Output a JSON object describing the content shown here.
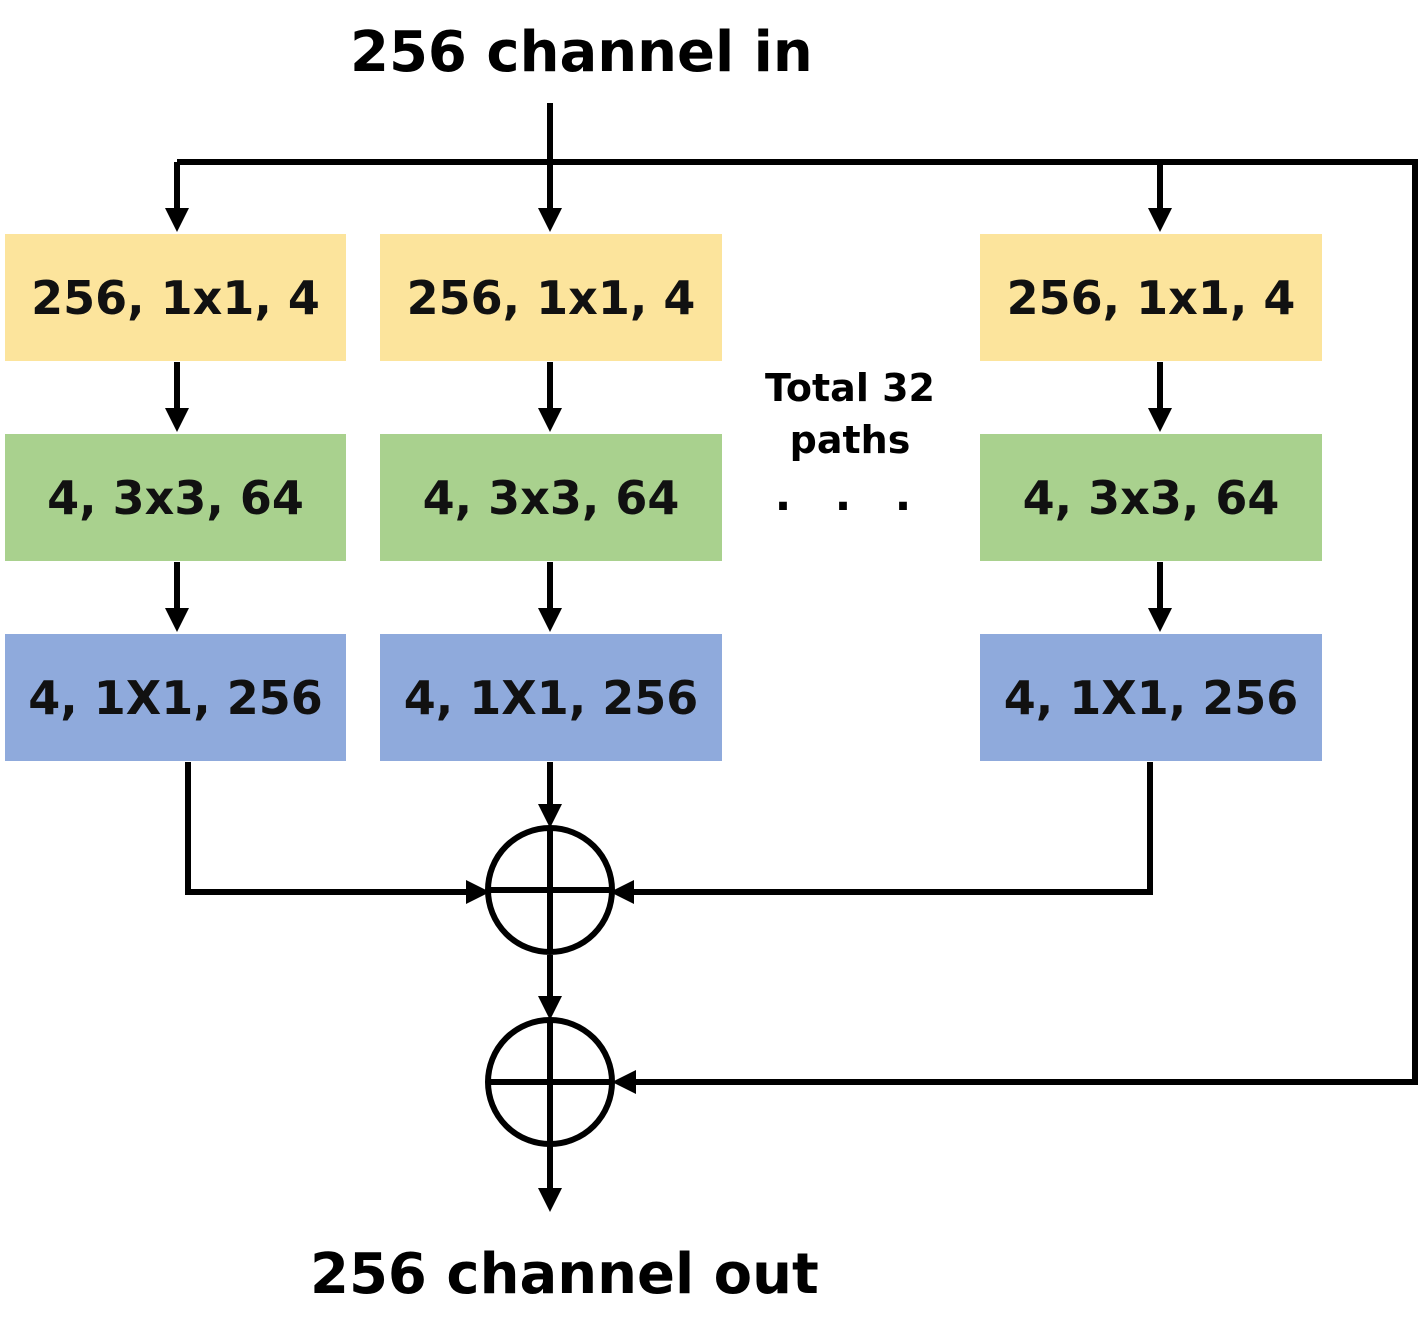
{
  "input_label": "256 channel in",
  "output_label": "256 channel out",
  "paths_note_line1": "Total 32",
  "paths_note_line2": "paths",
  "ellipsis": ". . .",
  "paths": [
    {
      "conv1": "256, 1x1, 4",
      "conv2": "4, 3x3, 64",
      "conv3": "4, 1X1, 256"
    },
    {
      "conv1": "256, 1x1, 4",
      "conv2": "4, 3x3, 64",
      "conv3": "4, 1X1, 256"
    },
    {
      "conv1": "256, 1x1, 4",
      "conv2": "4, 3x3, 64",
      "conv3": "4, 1X1, 256"
    }
  ],
  "colors": {
    "conv1": "#fce49c",
    "conv2": "#a9d18e",
    "conv3": "#8faadc",
    "stroke": "#000000"
  }
}
